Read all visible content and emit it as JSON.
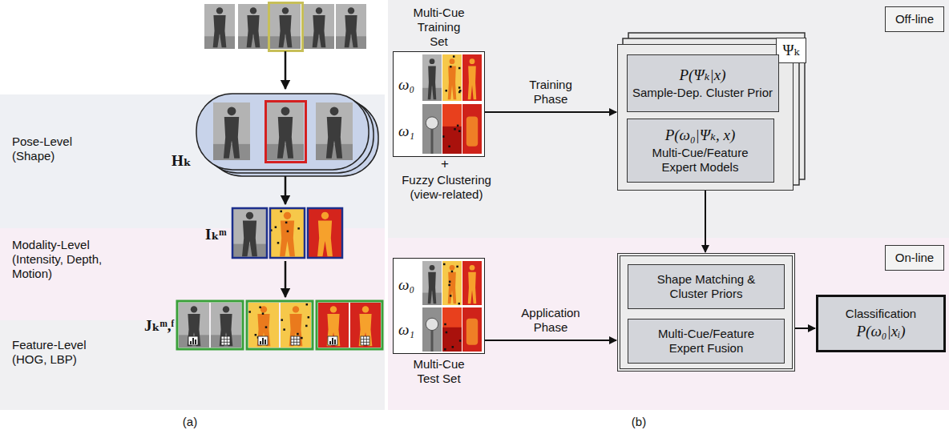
{
  "diagram": {
    "nodes": [
      {
        "text": [
          "Pose-Level (Shape)"
        ]
      },
      {
        "text": [
          "Hₖ"
        ],
        "in": 0
      },
      {
        "text": [
          "Modality-Level (Intensity, Depth, Motion)"
        ]
      },
      {
        "text": [
          "Iₖᵐ"
        ],
        "in": 2
      },
      {
        "text": [
          "Feature-Level (HOG, LBP)"
        ]
      },
      {
        "text": [
          "Jₖᵐ,ᶠ"
        ],
        "in": 4
      },
      {
        "text": [
          "Multi-Cue Training Set",
          "ω₀",
          "ω₁"
        ]
      },
      {
        "text": [
          "Off-line"
        ]
      },
      {
        "text": [
          "Ψₖ"
        ]
      },
      {
        "text": [
          "P(Ψₖ|x)",
          "Sample-Dep. Cluster Prior"
        ],
        "in": 8
      },
      {
        "text": [
          "P(ω₀|Ψₖ, x)",
          "Multi-Cue/Feature Expert Models"
        ],
        "in": 8
      },
      {
        "text": [
          "On-line"
        ]
      },
      {
        "text": [
          "Multi-Cue Test Set",
          "ω₀",
          "ω₁"
        ]
      },
      {
        "text": []
      },
      {
        "text": [
          "Shape Matching & Cluster Priors"
        ],
        "in": 13
      },
      {
        "text": [
          "Multi-Cue/Feature Expert Fusion"
        ],
        "in": 13
      },
      {
        "text": [
          "Classification",
          "P(ω₀|xᵢ)"
        ]
      }
    ],
    "edges": [
      {
        "from": 1,
        "to": 3,
        "arrow": "to"
      },
      {
        "from": 3,
        "to": 5,
        "arrow": "to"
      },
      {
        "from": 6,
        "to": 8,
        "arrow": "to",
        "label": "Training Phase"
      },
      {
        "from": 8,
        "to": 13,
        "arrow": "to"
      },
      {
        "from": 12,
        "to": 13,
        "arrow": "to",
        "label": "Application Phase"
      },
      {
        "from": 13,
        "to": 16,
        "arrow": "to"
      }
    ],
    "labels": [
      "+",
      "Fuzzy Clustering (view-related)",
      "(a)",
      "(b)"
    ]
  }
}
